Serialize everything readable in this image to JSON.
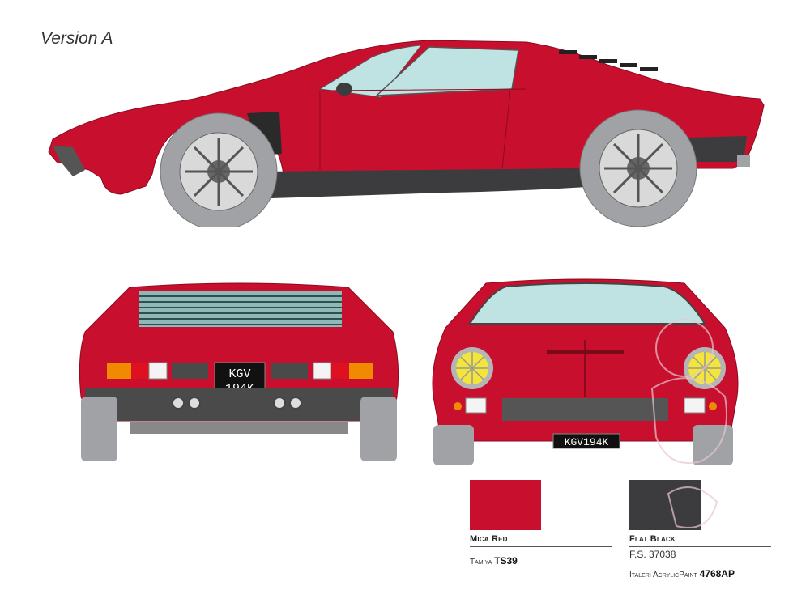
{
  "version_label": "Version A",
  "colors": {
    "mica_red": "#c8102e",
    "flat_black": "#3c3c3e",
    "glass": "#bfe3e3",
    "tire": "#a0a2a6"
  },
  "plates": {
    "rear_line1": "KGV",
    "rear_line2": "194K",
    "front": "KGV194K"
  },
  "swatches": [
    {
      "name": "Mica Red",
      "code": "",
      "brand": "Tamiya",
      "paint": "TS39",
      "color": "#c8102e"
    },
    {
      "name": "Flat Black",
      "code": "F.S. 37038",
      "brand": "Italeri AcrylicPaint",
      "paint": "4768AP",
      "color": "#3c3c3e"
    }
  ]
}
